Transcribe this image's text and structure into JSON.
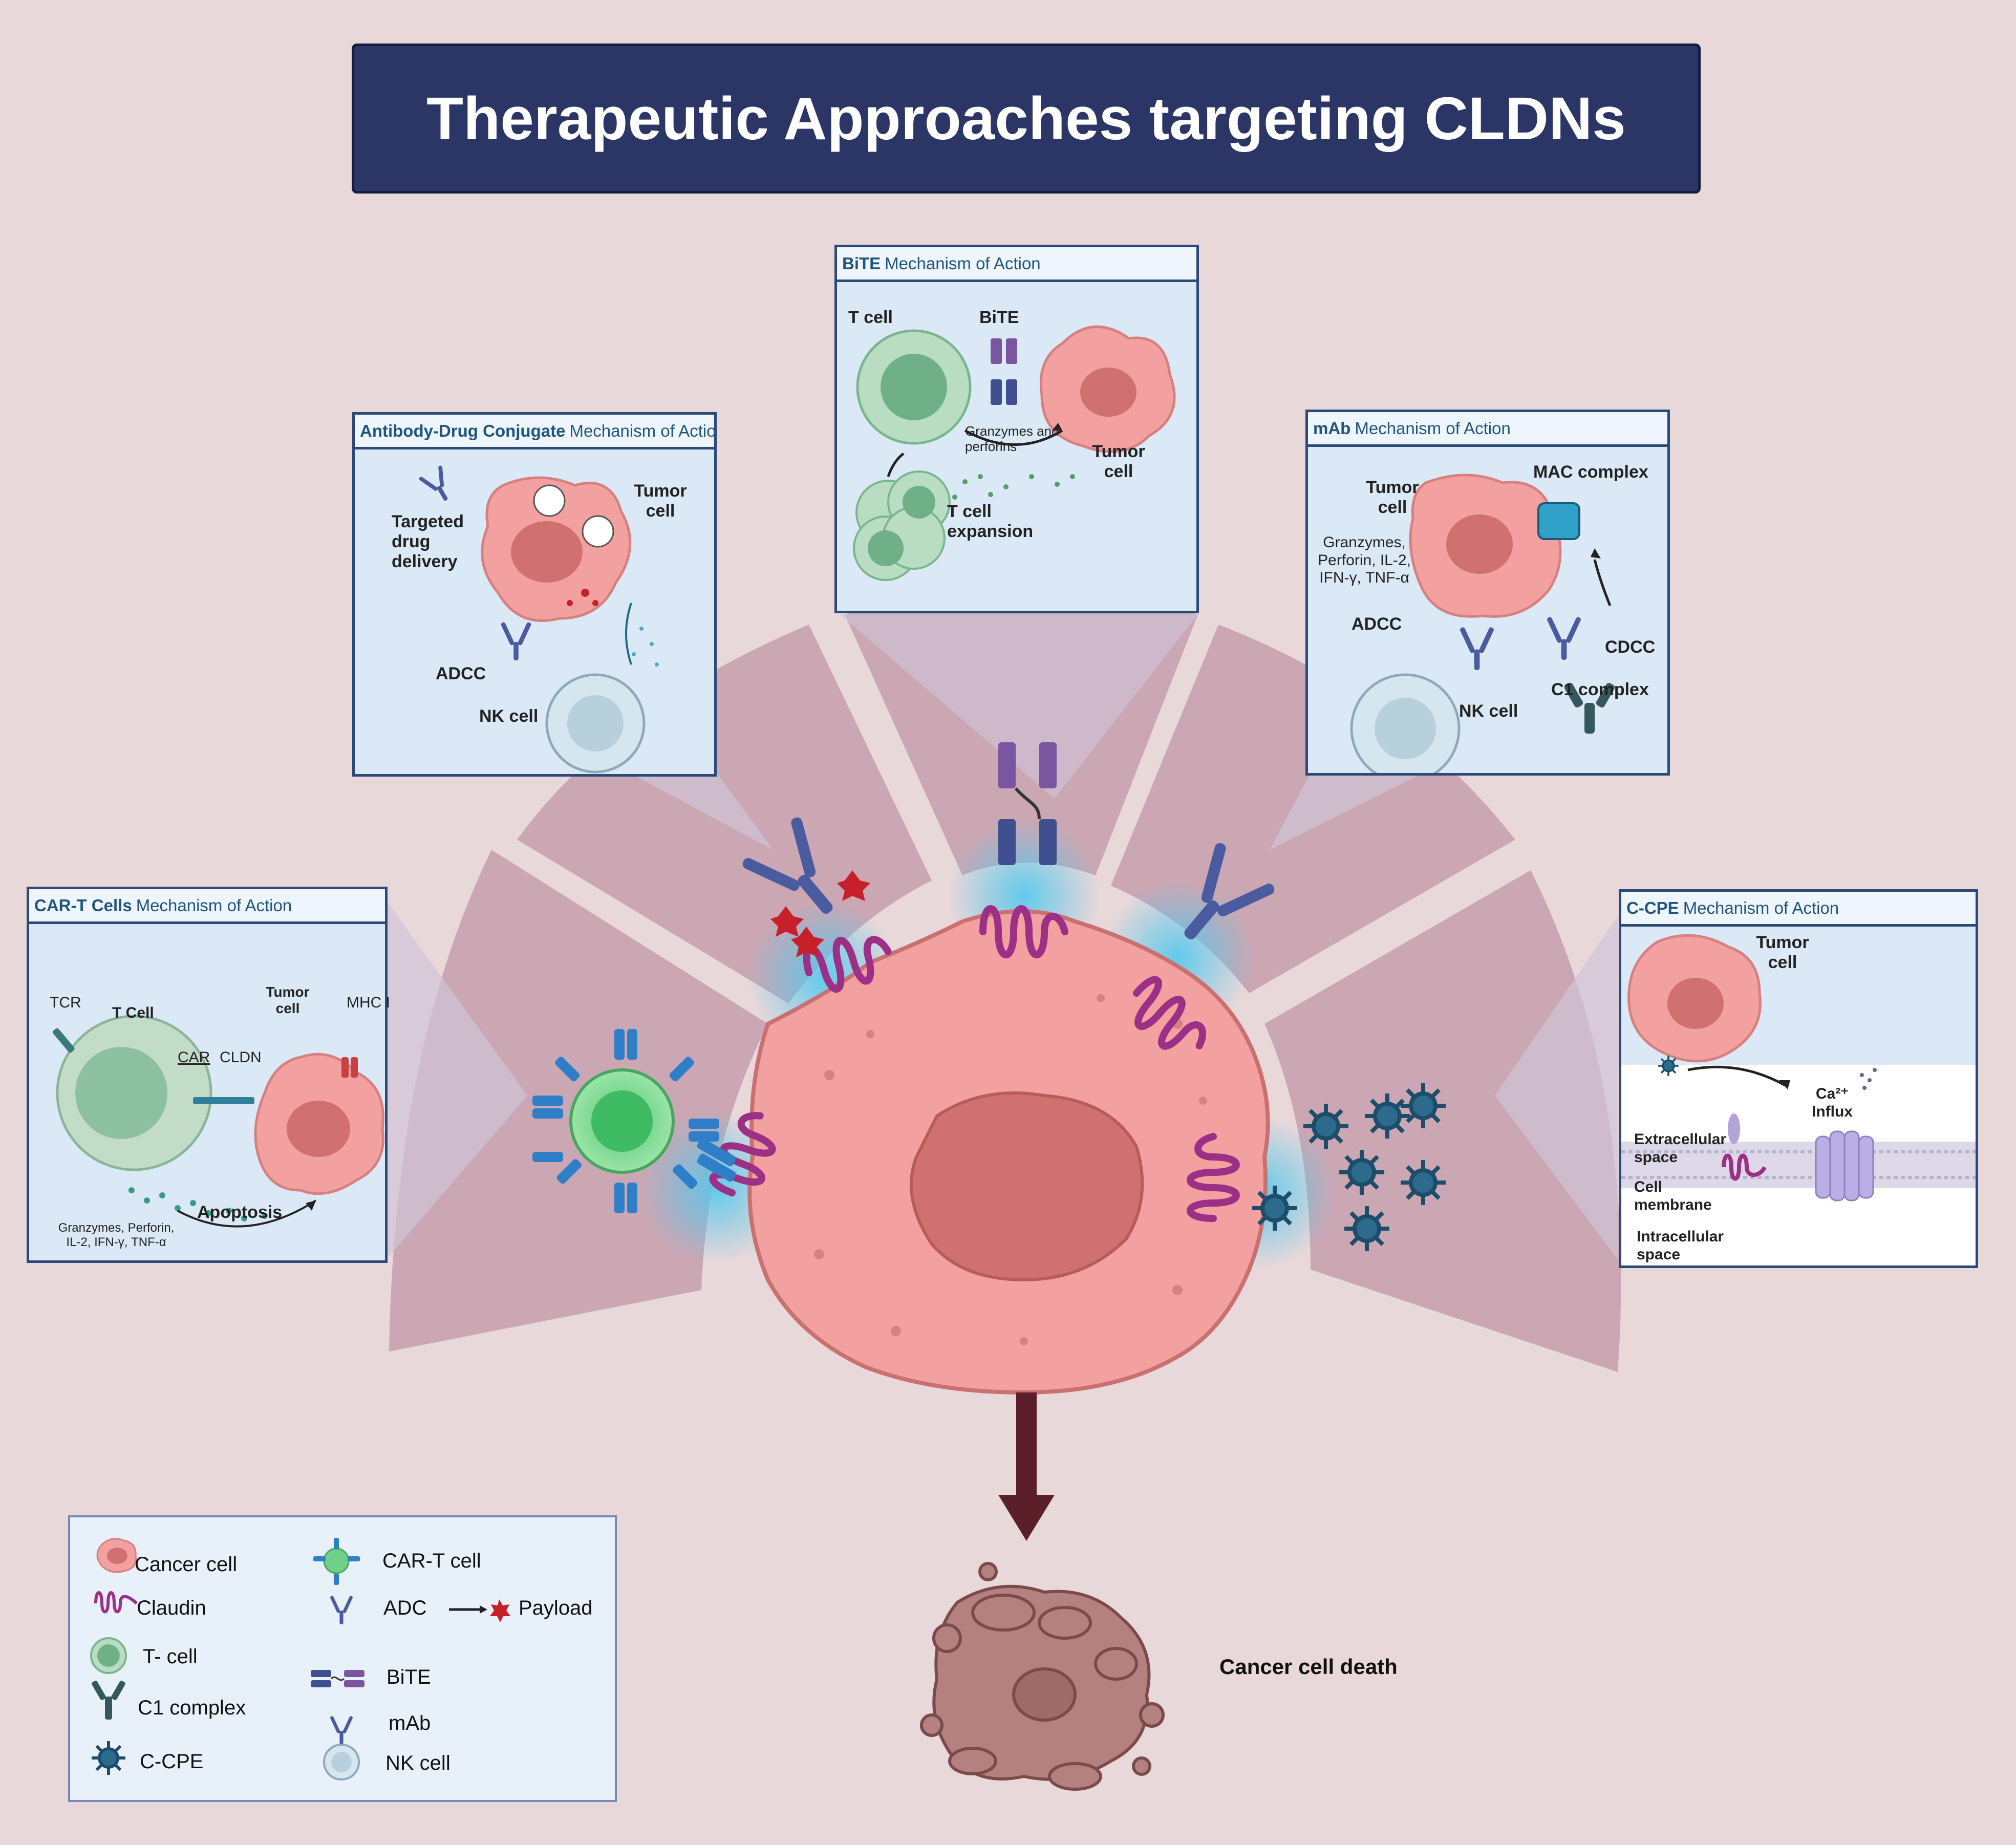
{
  "title": "Therapeutic Approaches targeting CLDNs",
  "panels": {
    "bite": {
      "header_bold": "BiTE",
      "header_rest": "Mechanism of Action",
      "t_cell": "T cell",
      "bite": "BiTE",
      "granzymes": "Granzymes and perforins",
      "tumor_cell": "Tumor cell",
      "expansion": "T cell expansion"
    },
    "adc": {
      "header_bold": "Antibody-Drug Conjugate",
      "header_rest": "Mechanism of Action",
      "targeted": "Targeted drug delivery",
      "tumor_cell": "Tumor cell",
      "adcc": "ADCC",
      "nk_cell": "NK cell"
    },
    "mab": {
      "header_bold": "mAb",
      "header_rest": "Mechanism of Action",
      "tumor_cell": "Tumor cell",
      "mac": "MAC complex",
      "granzymes": "Granzymes, Perforin, IL-2, IFN-γ, TNF-α",
      "adcc": "ADCC",
      "cdcc": "CDCC",
      "c1": "C1 complex",
      "nk_cell": "NK cell"
    },
    "cart": {
      "header_bold": "CAR-T Cells",
      "header_rest": "Mechanism of Action",
      "tcr": "TCR",
      "t_cell": "T Cell",
      "tumor_cell": "Tumor cell",
      "mhc": "MHC I",
      "car": "CAR",
      "cldn": "CLDN",
      "apoptosis": "Apoptosis",
      "cytokines": "Granzymes, Perforin, IL-2, IFN-γ, TNF-α"
    },
    "ccpe": {
      "header_bold": "C-CPE",
      "header_rest": "Mechanism of Action",
      "tumor_cell": "Tumor cell",
      "ca_influx": "Ca²⁺ Influx",
      "extracellular": "Extracellular space",
      "membrane": "Cell membrane",
      "intracellular": "Intracellular space"
    }
  },
  "legend": {
    "items": [
      {
        "label": "Cancer cell",
        "icon": "cancer-cell-icon"
      },
      {
        "label": "Claudin",
        "icon": "claudin-icon"
      },
      {
        "label": "T- cell",
        "icon": "t-cell-icon"
      },
      {
        "label": "C1 complex",
        "icon": "c1-complex-icon"
      },
      {
        "label": "C-CPE",
        "icon": "c-cpe-icon"
      },
      {
        "label": "CAR-T cell",
        "icon": "car-t-cell-icon"
      },
      {
        "label": "ADC",
        "icon": "adc-icon"
      },
      {
        "label": "Payload",
        "icon": "payload-icon"
      },
      {
        "label": "BiTE",
        "icon": "bite-icon"
      },
      {
        "label": "mAb",
        "icon": "mab-icon"
      },
      {
        "label": "NK cell",
        "icon": "nk-cell-icon"
      }
    ]
  },
  "outcome": "Cancer cell death",
  "colors": {
    "background": "#e9d8d9",
    "title_banner": "#2b3566",
    "panel_fill": "#dbe9f6",
    "panel_border": "#2c4a78",
    "cancer_cell": "#f3a0a0",
    "nucleus": "#d07070",
    "claudin": "#9c2f86",
    "antibody": "#3f4f8f",
    "t_cell": "#8fc8a0",
    "car_t": "#5cd07a",
    "payload": "#c8202a",
    "ccpe": "#1d4d6a",
    "glow": "#53c8ee",
    "dead_cell": "#b48080",
    "sector": "#b88a98",
    "arrow": "#5b1f2a"
  }
}
